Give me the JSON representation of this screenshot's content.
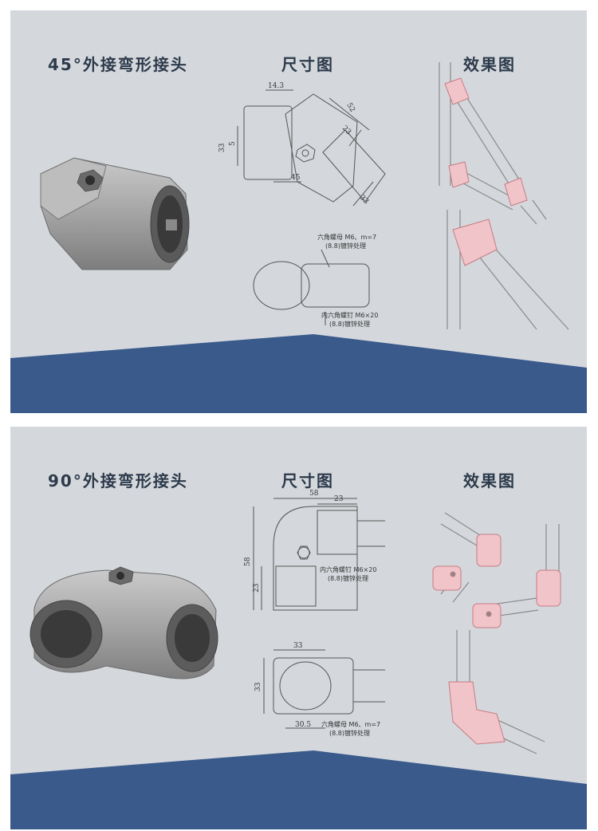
{
  "colors": {
    "panel_bg": "#d4d8dc",
    "wave": "#3a5a8c",
    "title": "#2d3a4b",
    "metal": "#a8a8a8",
    "pink": "#f0c4c8"
  },
  "panels": [
    {
      "title": "45°外接弯形接头",
      "dim_title": "尺寸图",
      "effect_title": "效果图",
      "dims": {
        "d1": "14.3",
        "d2": "52",
        "d3": "33",
        "d4": "5",
        "d5": "23",
        "d6": "45",
        "d7": "33"
      },
      "notes": {
        "nut_line1": "六角螺母 M6、m=7",
        "nut_line2": "(8.8)镀锌处理",
        "bolt_line1": "内六角螺钉 M6×20",
        "bolt_line2": "(8.8)镀锌处理"
      }
    },
    {
      "title": "90°外接弯形接头",
      "dim_title": "尺寸图",
      "effect_title": "效果图",
      "dims": {
        "d1": "58",
        "d2": "23",
        "d3": "58",
        "d4": "23",
        "d5": "33",
        "d6": "33",
        "d7": "30.5"
      },
      "notes": {
        "bolt_line1": "内六角螺钉 M6×20",
        "bolt_line2": "(8.8)镀锌处理",
        "nut_line1": "六角螺母 M6、m=7",
        "nut_line2": "(8.8)镀锌处理"
      }
    }
  ]
}
